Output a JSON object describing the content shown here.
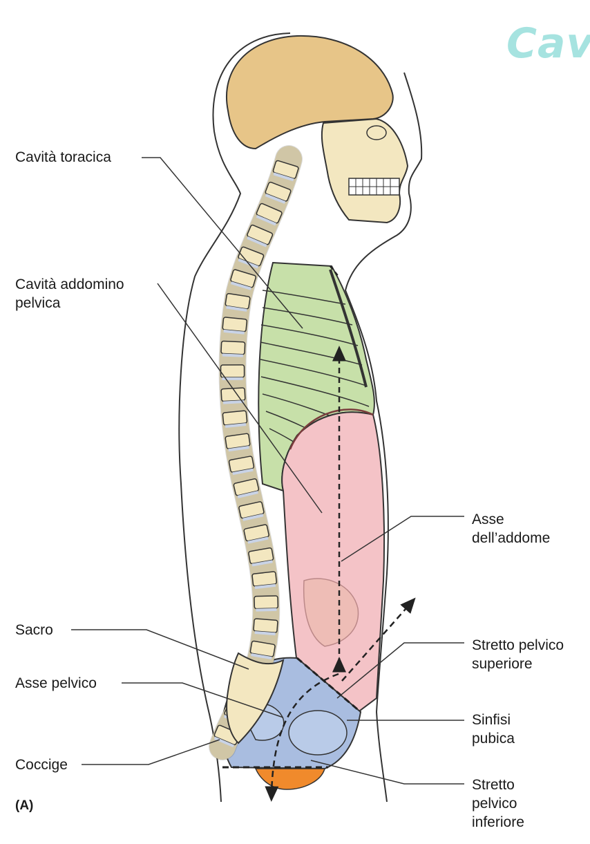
{
  "title": {
    "text": "Cav",
    "color": "#a6e3e0"
  },
  "figure_letter": "(A)",
  "colors": {
    "skull": "#e7c588",
    "thoracic_cavity": "#c7e0a9",
    "abdominal_cavity": "#f4c3c7",
    "pelvic_cavity": "#a9bde0",
    "pelvic_floor": "#f08a2c",
    "bone": "#f3e7c0",
    "outline": "#333333"
  },
  "labels": {
    "cavita_toracica": "Cavità toracica",
    "cavita_addomino_line1": "Cavità addomino",
    "cavita_addomino_line2": "pelvica",
    "asse_addome_line1": "Asse",
    "asse_addome_line2": "dell’addome",
    "sacro": "Sacro",
    "stretto_sup_line1": "Stretto pelvico",
    "stretto_sup_line2": "superiore",
    "asse_pelvico": "Asse pelvico",
    "sinfisi_line1": "Sinfisi",
    "sinfisi_line2": "pubica",
    "coccige": "Coccige",
    "stretto_inf_line1": "Stretto",
    "stretto_inf_line2": "pelvico",
    "stretto_inf_line3": "inferiore"
  }
}
